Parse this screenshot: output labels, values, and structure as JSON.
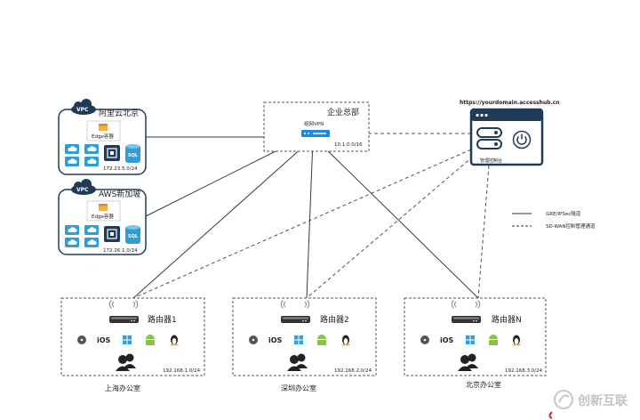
{
  "hq": {
    "title": "企业总部",
    "vpn_label": "组网VPN",
    "subnet": "10.1.0.0/16"
  },
  "console": {
    "url": "https://yourdomain.accesshub.cn",
    "label": "管理控制台"
  },
  "vpcs": [
    {
      "badge": "VPC",
      "title": "阿里云北京",
      "edge_label": "Edge容器",
      "subnet": "172.23.5.0/24"
    },
    {
      "badge": "VPC",
      "title": "AWS新加坡",
      "edge_label": "Edge容器",
      "subnet": "172.26.1.0/24"
    }
  ],
  "legend": {
    "solid": "GRE/IPSec隧道",
    "dashed": "SD-WAN控制管理通道"
  },
  "offices": [
    {
      "router": "路由器1",
      "subnet": "192.168.1.0/24",
      "name": "上海办公室"
    },
    {
      "router": "路由器2",
      "subnet": "192.168.2.0/24",
      "name": "深圳办公室"
    },
    {
      "router": "路由器N",
      "subnet": "192.168.3.0/24",
      "name": "北京办公室"
    }
  ],
  "os_labels": {
    "ios": "iOS",
    "sql": "SQL"
  },
  "watermark": "创新互联",
  "icons": [
    "apple-icon",
    "ios-icon",
    "windows-icon",
    "android-icon",
    "linux-icon",
    "users-icon",
    "router-icon",
    "wifi-icon",
    "cloud-icon",
    "server-icon",
    "power-icon",
    "chip-icon",
    "sql-icon",
    "box-icon"
  ],
  "colors": {
    "accent": "#1e88e5",
    "border": "#1f3b57",
    "dash": "#555555"
  }
}
